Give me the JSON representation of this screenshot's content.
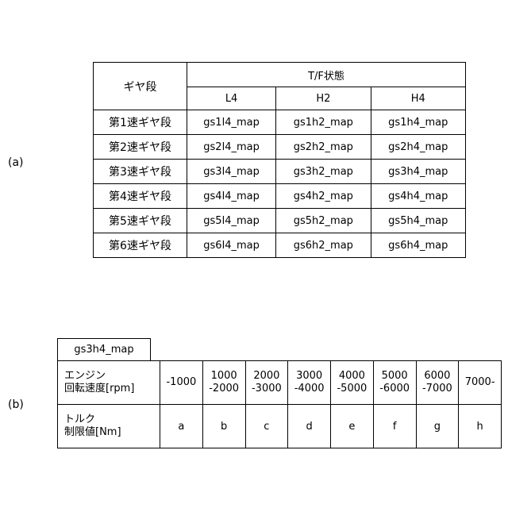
{
  "labels": {
    "a": "(a)",
    "b": "(b)"
  },
  "table_a": {
    "gear_header": "ギヤ段",
    "tf_header": "T/F状態",
    "columns": [
      "L4",
      "H2",
      "H4"
    ],
    "rows": [
      {
        "gear": "第1速ギヤ段",
        "cells": [
          "gs1l4_map",
          "gs1h2_map",
          "gs1h4_map"
        ]
      },
      {
        "gear": "第2速ギヤ段",
        "cells": [
          "gs2l4_map",
          "gs2h2_map",
          "gs2h4_map"
        ]
      },
      {
        "gear": "第3速ギヤ段",
        "cells": [
          "gs3l4_map",
          "gs3h2_map",
          "gs3h4_map"
        ]
      },
      {
        "gear": "第4速ギヤ段",
        "cells": [
          "gs4l4_map",
          "gs4h2_map",
          "gs4h4_map"
        ]
      },
      {
        "gear": "第5速ギヤ段",
        "cells": [
          "gs5l4_map",
          "gs5h2_map",
          "gs5h4_map"
        ]
      },
      {
        "gear": "第6速ギヤ段",
        "cells": [
          "gs6l4_map",
          "gs6h2_map",
          "gs6h4_map"
        ]
      }
    ]
  },
  "table_b": {
    "map_name": "gs3h4_map",
    "speed_header_line1": "エンジン",
    "speed_header_line2": "回転速度[rpm]",
    "torque_header_line1": "トルク",
    "torque_header_line2": "制限値[Nm]",
    "ranges": [
      {
        "line1": "-1000",
        "line2": ""
      },
      {
        "line1": "1000",
        "line2": "-2000"
      },
      {
        "line1": "2000",
        "line2": "-3000"
      },
      {
        "line1": "3000",
        "line2": "-4000"
      },
      {
        "line1": "4000",
        "line2": "-5000"
      },
      {
        "line1": "5000",
        "line2": "-6000"
      },
      {
        "line1": "6000",
        "line2": "-7000"
      },
      {
        "line1": "7000-",
        "line2": ""
      }
    ],
    "torque_values": [
      "a",
      "b",
      "c",
      "d",
      "e",
      "f",
      "g",
      "h"
    ]
  }
}
